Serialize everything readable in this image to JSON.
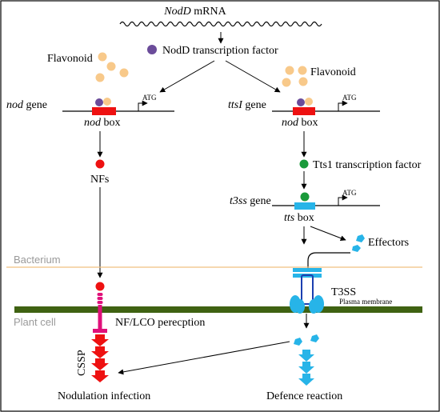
{
  "mrna": {
    "gene": "NodD",
    "suffix": " mRNA"
  },
  "nodd_tf": "NodD transcription factor",
  "flavonoid_left": "Flavonoid",
  "flavonoid_right": "Flavonoid",
  "left": {
    "gene_name": "nod",
    "gene_suffix": " gene",
    "box_name": "nod",
    "box_suffix": " box",
    "atg": "ATG",
    "nfs": "NFs",
    "perception": "NF/LCO perecption",
    "cssp": "CSSP",
    "outcome": "Nodulation infection"
  },
  "right": {
    "gene_name": "ttsI",
    "gene_suffix": " gene",
    "box_name": "nod",
    "box_suffix": " box",
    "atg": "ATG",
    "tts1_tf": "Tts1 transcription factor",
    "t3ss_gene_name": "t3ss",
    "t3ss_gene_suffix": " gene",
    "tts_box_name": "tts",
    "tts_box_suffix": " box",
    "atg2": "ATG",
    "effectors": "Effectors",
    "t3ss": "T3SS",
    "outcome": "Defence reaction"
  },
  "compartments": {
    "bacterium": "Bacterium",
    "plant_cell": "Plant cell",
    "plasma_membrane": "Plasma membrane"
  },
  "colors": {
    "membrane": "#3f6212",
    "bacterium_line": "#f0c080",
    "flavonoid": "#f8c98a",
    "nodd": "#6b4c9a",
    "red": "#ee1111",
    "tts1": "#1a9a3a",
    "cyan": "#27b4e8",
    "blue": "#1b3fb0",
    "pink": "#e0107a"
  }
}
